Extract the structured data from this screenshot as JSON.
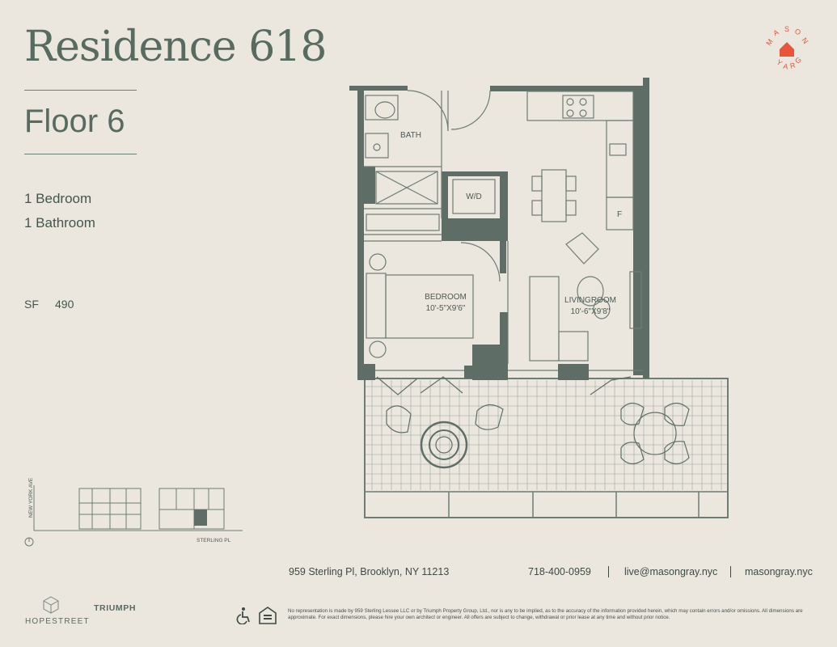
{
  "header": {
    "title": "Residence 618",
    "floor": "Floor 6"
  },
  "specs": {
    "bedrooms": "1 Bedroom",
    "bathrooms": "1 Bathroom",
    "sf_label": "SF",
    "sf_value": "490"
  },
  "logo": {
    "letters": [
      "M",
      "A",
      "S",
      "O",
      "N",
      "G",
      "R",
      "A",
      "Y"
    ],
    "accent_color": "#e8553a"
  },
  "floorplan": {
    "rooms": {
      "bath": "BATH",
      "wd": "W/D",
      "fridge": "F",
      "bedroom_name": "BEDROOM",
      "bedroom_dims": "10'-5\"X9'6\"",
      "living_name": "LIVINGROOM",
      "living_dims": "10'-6\"X9'8\""
    },
    "wall_color": "#5e6e66",
    "line_color": "#6d7c74"
  },
  "keyplan": {
    "street_vertical": "NEW YORK AVE",
    "street_horizontal": "STERLING PL"
  },
  "footer": {
    "address": "959 Sterling Pl, Brooklyn, NY 11213",
    "phone": "718-400-0959",
    "email": "live@masongray.nyc",
    "website": "masongray.nyc",
    "brand_left": "HOPESTREET",
    "brand_right": "TRIUMPH",
    "disclaimer": "No representation is made by 959 Sterling Lessee LLC or by Triumph Property Group, Ltd., nor is any to be implied, as to the accuracy of the information provided herein, which may contain errors and/or omissions. All dimensions are approximate. For exact dimensions, please hire your own architect or engineer. All offers are subject to change, withdrawal or prior lease at any time and without prior notice."
  }
}
